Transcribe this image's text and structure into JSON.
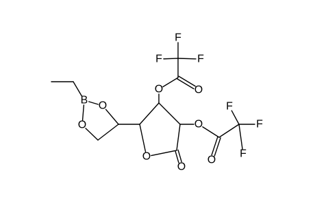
{
  "molecule": {
    "atoms": [
      {
        "id": "c_eth_ch3",
        "label": ""
      },
      {
        "id": "c_eth_ch2",
        "label": ""
      },
      {
        "id": "b1",
        "label": "B"
      },
      {
        "id": "o_ring_b_top",
        "label": "O"
      },
      {
        "id": "o_ring_b_bot",
        "label": "O"
      },
      {
        "id": "c_dioxa_ch2",
        "label": ""
      },
      {
        "id": "c_dioxa_ch",
        "label": ""
      },
      {
        "id": "c4",
        "label": ""
      },
      {
        "id": "c3",
        "label": ""
      },
      {
        "id": "c2",
        "label": ""
      },
      {
        "id": "c1",
        "label": ""
      },
      {
        "id": "o_ring",
        "label": "O"
      },
      {
        "id": "o_carbonyl",
        "label": "O"
      },
      {
        "id": "o_ester1",
        "label": "O"
      },
      {
        "id": "c_acyl1",
        "label": ""
      },
      {
        "id": "o_acyl1",
        "label": "O"
      },
      {
        "id": "c_cf3_1",
        "label": ""
      },
      {
        "id": "f1a",
        "label": "F"
      },
      {
        "id": "f1b",
        "label": "F"
      },
      {
        "id": "f1c",
        "label": "F"
      },
      {
        "id": "o_ester2",
        "label": "O"
      },
      {
        "id": "c_acyl2",
        "label": ""
      },
      {
        "id": "o_acyl2",
        "label": "O"
      },
      {
        "id": "c_cf3_2",
        "label": ""
      },
      {
        "id": "f2a",
        "label": "F"
      },
      {
        "id": "f2b",
        "label": "F"
      },
      {
        "id": "f2c",
        "label": "F"
      }
    ],
    "bonds": [
      {
        "from": "c_eth_ch3",
        "to": "c_eth_ch2",
        "order": 1
      },
      {
        "from": "c_eth_ch2",
        "to": "b1",
        "order": 1
      },
      {
        "from": "b1",
        "to": "o_ring_b_top",
        "order": 1
      },
      {
        "from": "b1",
        "to": "o_ring_b_bot",
        "order": 1
      },
      {
        "from": "o_ring_b_top",
        "to": "c_dioxa_ch",
        "order": 1
      },
      {
        "from": "o_ring_b_bot",
        "to": "c_dioxa_ch2",
        "order": 1
      },
      {
        "from": "c_dioxa_ch2",
        "to": "c_dioxa_ch",
        "order": 1
      },
      {
        "from": "c_dioxa_ch",
        "to": "c4",
        "order": 1
      },
      {
        "from": "c4",
        "to": "c3",
        "order": 1
      },
      {
        "from": "c4",
        "to": "o_ring",
        "order": 1
      },
      {
        "from": "o_ring",
        "to": "c1",
        "order": 1
      },
      {
        "from": "c1",
        "to": "c2",
        "order": 1
      },
      {
        "from": "c2",
        "to": "c3",
        "order": 1
      },
      {
        "from": "c1",
        "to": "o_carbonyl",
        "order": 2
      },
      {
        "from": "c3",
        "to": "o_ester1",
        "order": 1
      },
      {
        "from": "o_ester1",
        "to": "c_acyl1",
        "order": 1
      },
      {
        "from": "c_acyl1",
        "to": "o_acyl1",
        "order": 2
      },
      {
        "from": "c_acyl1",
        "to": "c_cf3_1",
        "order": 1
      },
      {
        "from": "c_cf3_1",
        "to": "f1a",
        "order": 1
      },
      {
        "from": "c_cf3_1",
        "to": "f1b",
        "order": 1
      },
      {
        "from": "c_cf3_1",
        "to": "f1c",
        "order": 1
      },
      {
        "from": "c2",
        "to": "o_ester2",
        "order": 1
      },
      {
        "from": "o_ester2",
        "to": "c_acyl2",
        "order": 1
      },
      {
        "from": "c_acyl2",
        "to": "o_acyl2",
        "order": 2
      },
      {
        "from": "c_acyl2",
        "to": "c_cf3_2",
        "order": 1
      },
      {
        "from": "c_cf3_2",
        "to": "f2a",
        "order": 1
      },
      {
        "from": "c_cf3_2",
        "to": "f2b",
        "order": 1
      },
      {
        "from": "c_cf3_2",
        "to": "f2c",
        "order": 1
      }
    ]
  }
}
